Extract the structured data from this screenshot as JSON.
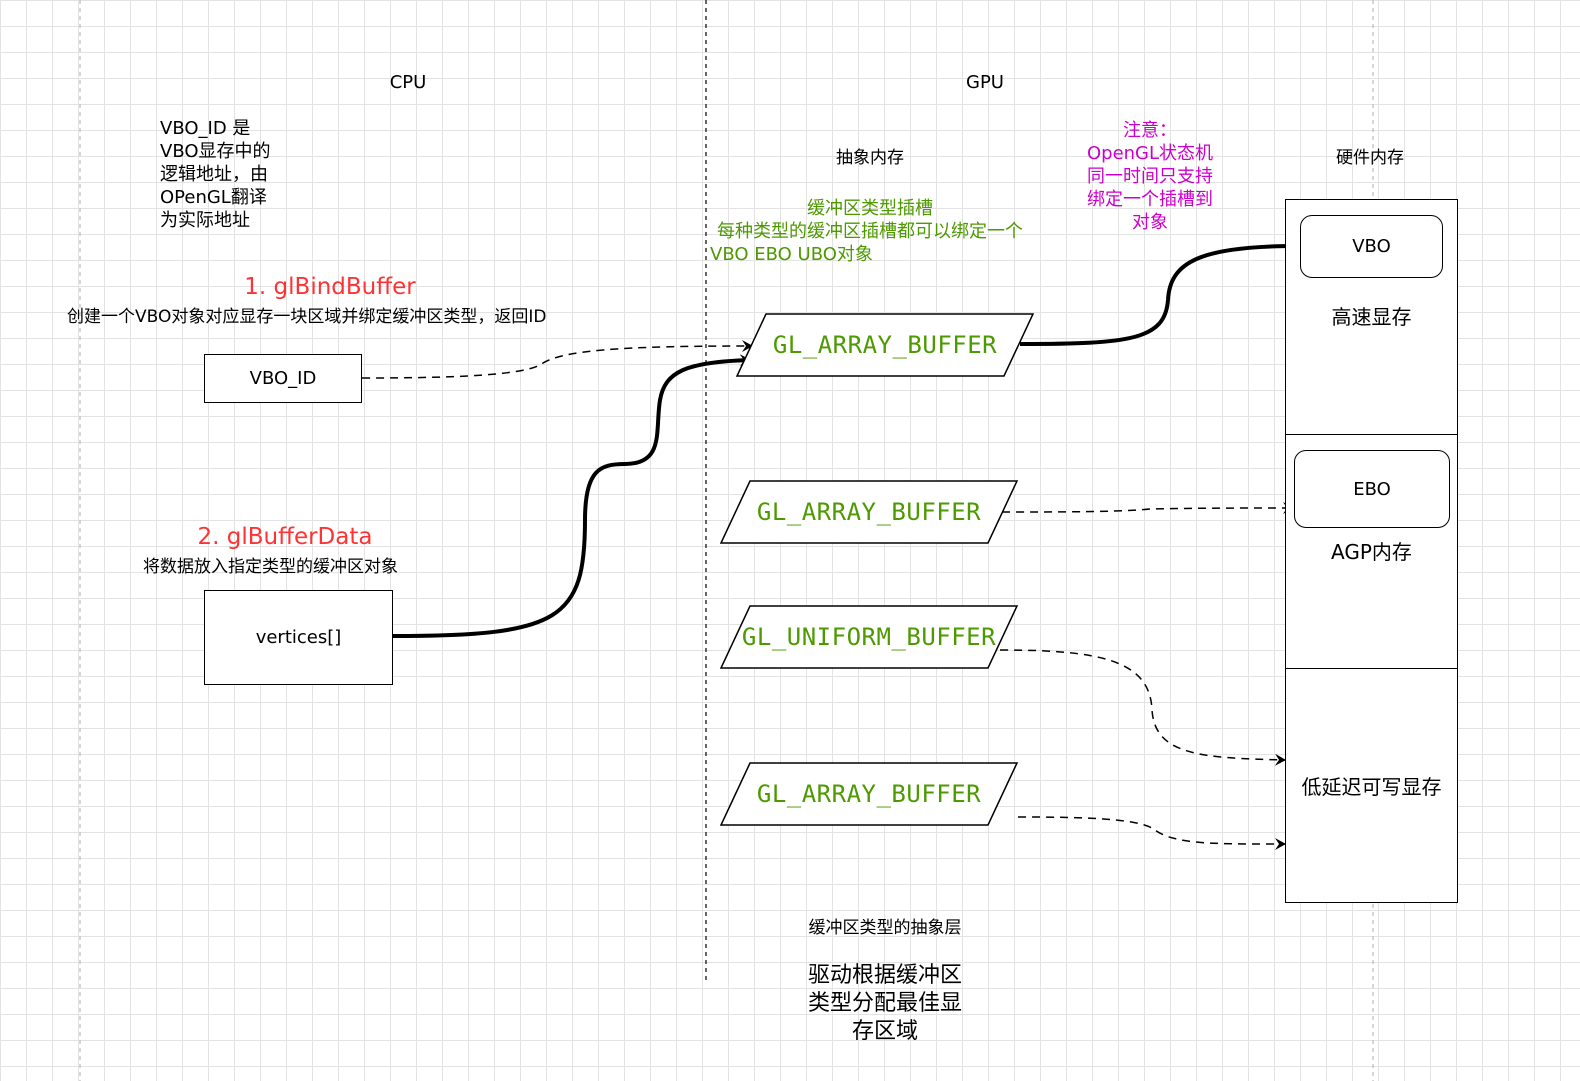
{
  "headers": {
    "cpu": "CPU",
    "gpu": "GPU"
  },
  "cpu": {
    "vbo_note": [
      "VBO_ID 是",
      "VBO显存中的",
      "逻辑地址，由",
      "OPenGL翻译",
      "为实际地址"
    ],
    "step1_title": "1. glBindBuffer",
    "step1_desc": "创建一个VBO对象对应显存一块区域并绑定缓冲区类型，返回ID",
    "vbo_id_box": "VBO_ID",
    "step2_title": "2. glBufferData",
    "step2_desc": "将数据放入指定类型的缓冲区对象",
    "vertices_box": "vertices[]"
  },
  "gpu": {
    "abstract_memory": "抽象内存",
    "slot_note": [
      "缓冲区类型插槽",
      "每种类型的缓冲区插槽都可以绑定一个",
      "VBO EBO UBO对象"
    ],
    "warning": [
      "注意：",
      "OpenGL状态机",
      "同一时间只支持",
      "绑定一个插槽到",
      "对象"
    ],
    "hardware_memory": "硬件内存",
    "buffers": [
      "GL_ARRAY_BUFFER",
      "GL_ARRAY_BUFFER",
      "GL_UNIFORM_BUFFER",
      "GL_ARRAY_BUFFER"
    ],
    "abstraction_layer": "缓冲区类型的抽象层",
    "driver_note": [
      "驱动根据缓冲区",
      "类型分配最佳显",
      "存区域"
    ]
  },
  "hardware": {
    "vbo": "VBO",
    "fast_vram": "高速显存",
    "ebo": "EBO",
    "agp": "AGP内存",
    "low_latency": "低延迟可写显存"
  },
  "colors": {
    "step_title": "#ff3333",
    "slot_note": "#4d9900",
    "buffer_label": "#4d9900",
    "warning": "#cc00cc"
  }
}
